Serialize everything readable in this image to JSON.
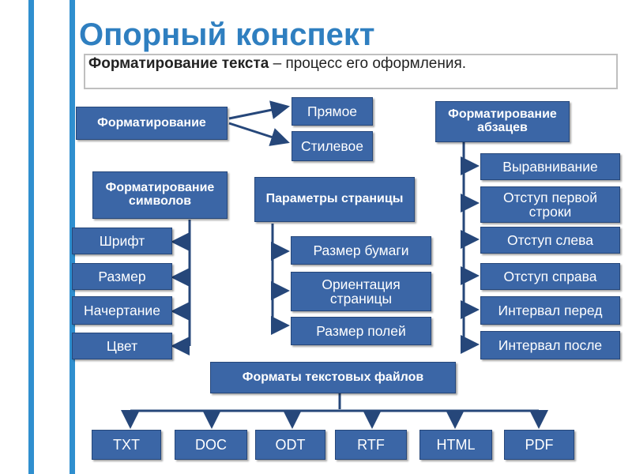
{
  "title": "Опорный конспект",
  "definition": {
    "term": "Форматирование текста",
    "rest": " – процесс его оформления."
  },
  "formatting": {
    "label": "Форматирование",
    "direct": "Прямое",
    "style": "Стилевое"
  },
  "char_formatting": {
    "label": "Форматирование символов",
    "items": [
      "Шрифт",
      "Размер",
      "Начертание",
      "Цвет"
    ]
  },
  "page_params": {
    "label": "Параметры страницы",
    "items": [
      "Размер бумаги",
      "Ориентация страницы",
      "Размер полей"
    ]
  },
  "para_formatting": {
    "label": "Форматирование абзацев",
    "items": [
      "Выравнивание",
      "Отступ первой строки",
      "Отступ слева",
      "Отступ справа",
      "Интервал перед",
      "Интервал после"
    ]
  },
  "file_formats": {
    "label": "Форматы текстовых файлов",
    "items": [
      "TXT",
      "DOC",
      "ODT",
      "RTF",
      "HTML",
      "PDF"
    ]
  },
  "colors": {
    "box": "#3b66a6",
    "accent_bar": "#2f8fcf",
    "title": "#2f7fc0",
    "connector": "#26477a"
  }
}
